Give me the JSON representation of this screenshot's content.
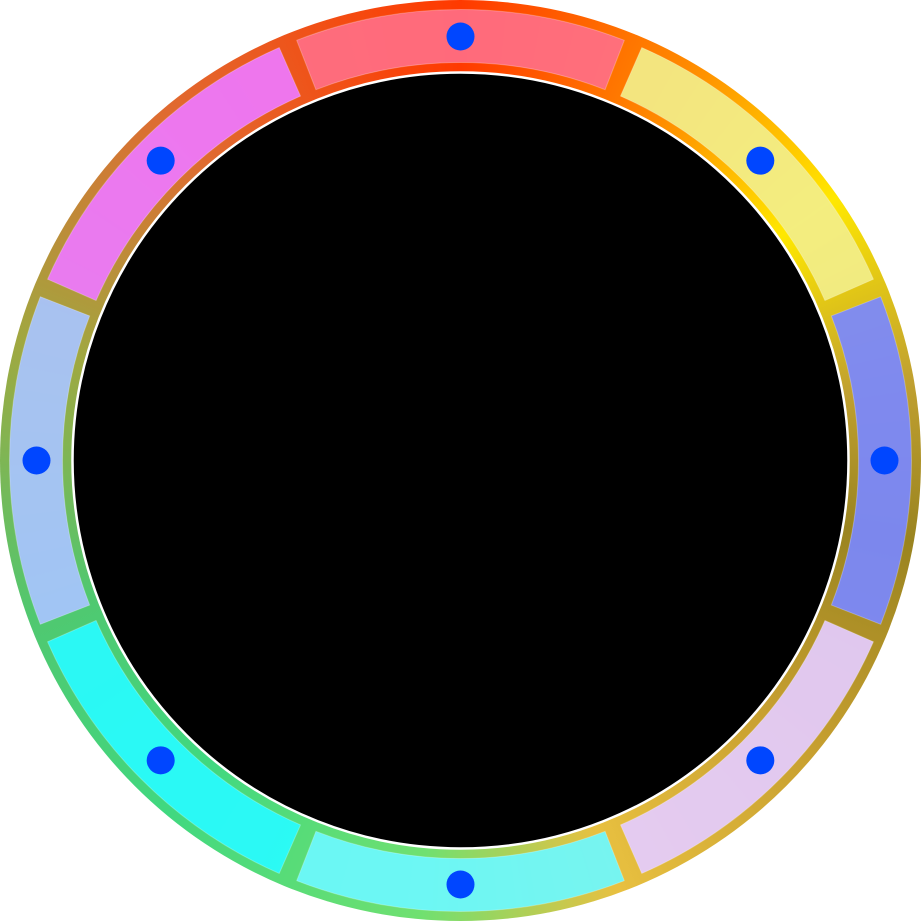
{
  "wheel": {
    "segments": [
      {
        "name": "red",
        "color": "#ff6f85"
      },
      {
        "name": "yellow",
        "color": "#f2ee8a"
      },
      {
        "name": "blue",
        "color": "#7a88ff"
      },
      {
        "name": "lavender",
        "color": "#e4ccff"
      },
      {
        "name": "cyan",
        "color": "#6cf8ff"
      },
      {
        "name": "aqua",
        "color": "#28fcff"
      },
      {
        "name": "light-blue",
        "color": "#a8c4ff"
      },
      {
        "name": "magenta",
        "color": "#ee78ff"
      }
    ],
    "handle_color": "#0046ff",
    "center_color": "#000000",
    "center_border": "#ffffff"
  }
}
